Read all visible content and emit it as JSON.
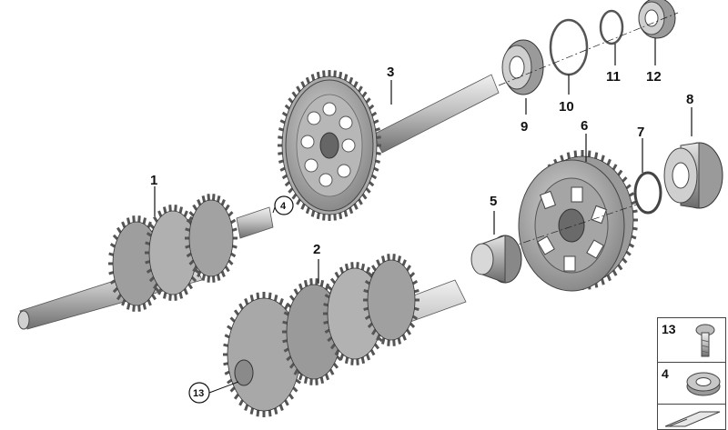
{
  "diagram": {
    "callouts": {
      "c1": "1",
      "c2": "2",
      "c3": "3",
      "c4": "4",
      "c5": "5",
      "c6": "6",
      "c7": "7",
      "c8": "8",
      "c9": "9",
      "c10": "10",
      "c11": "11",
      "c12": "12",
      "c13": "13"
    },
    "legend": {
      "item1": "13",
      "item2": "4"
    },
    "colors": {
      "metal_light": "#c9c9c9",
      "metal_mid": "#9a9a9a",
      "metal_dark": "#5e5e5e",
      "line": "#1a1a1a"
    }
  }
}
